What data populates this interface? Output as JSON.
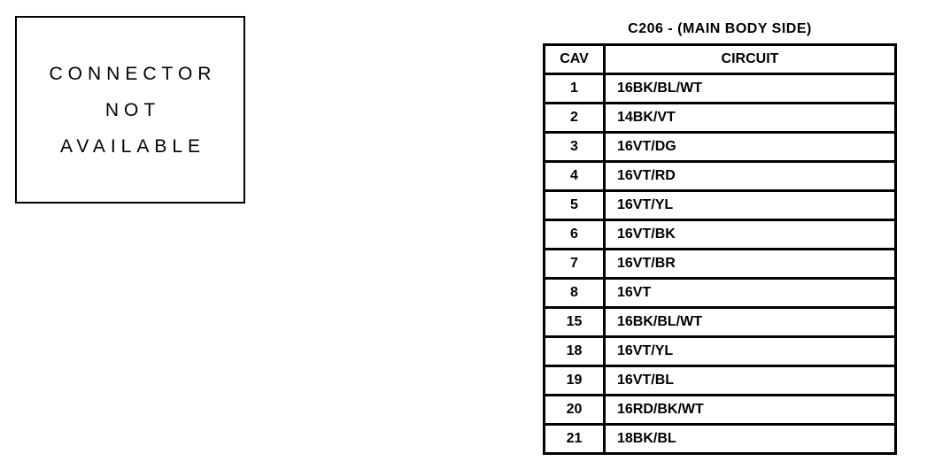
{
  "colors": {
    "foreground": "#000000",
    "background": "#ffffff"
  },
  "connector_box": {
    "lines": [
      "CONNECTOR",
      "NOT",
      "AVAILABLE"
    ]
  },
  "table": {
    "title": "C206 - (MAIN BODY SIDE)",
    "columns": [
      "CAV",
      "CIRCUIT"
    ],
    "rows": [
      {
        "cav": "1",
        "circuit": "16BK/BL/WT"
      },
      {
        "cav": "2",
        "circuit": "14BK/VT"
      },
      {
        "cav": "3",
        "circuit": "16VT/DG"
      },
      {
        "cav": "4",
        "circuit": "16VT/RD"
      },
      {
        "cav": "5",
        "circuit": "16VT/YL"
      },
      {
        "cav": "6",
        "circuit": "16VT/BK"
      },
      {
        "cav": "7",
        "circuit": "16VT/BR"
      },
      {
        "cav": "8",
        "circuit": "16VT"
      },
      {
        "cav": "15",
        "circuit": "16BK/BL/WT"
      },
      {
        "cav": "18",
        "circuit": "16VT/YL"
      },
      {
        "cav": "19",
        "circuit": "16VT/BL"
      },
      {
        "cav": "20",
        "circuit": "16RD/BK/WT"
      },
      {
        "cav": "21",
        "circuit": "18BK/BL"
      }
    ]
  }
}
